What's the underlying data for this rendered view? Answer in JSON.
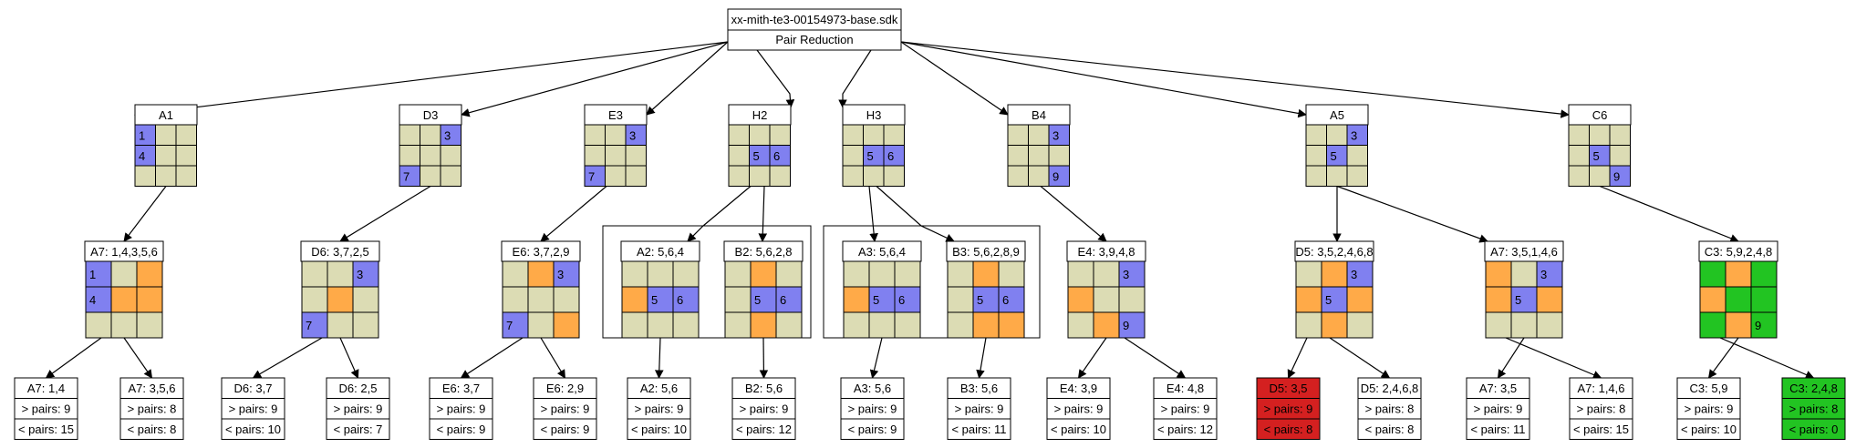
{
  "root": {
    "title": "xx-mith-te3-00154973-base.sdk",
    "subtitle": "Pair Reduction"
  },
  "colors": {
    "empty": "#dcdcb4",
    "blue": "#8080f0",
    "orange": "#ffaa48",
    "green": "#22c422",
    "red": "#d42020",
    "line": "#000000"
  },
  "level1": [
    {
      "label": "A1",
      "cells": [
        "1:b",
        "",
        "",
        "4:b",
        "",
        "",
        "",
        "",
        ""
      ]
    },
    {
      "label": "D3",
      "cells": [
        "",
        "",
        "3:b",
        "",
        "",
        "",
        "7:b",
        "",
        ""
      ]
    },
    {
      "label": "E3",
      "cells": [
        "",
        "",
        "3:b",
        "",
        "",
        "",
        "7:b",
        "",
        ""
      ]
    },
    {
      "label": "H2",
      "cells": [
        "",
        "",
        "",
        "",
        "5:b",
        "6:b",
        "",
        "",
        ""
      ]
    },
    {
      "label": "H3",
      "cells": [
        "",
        "",
        "",
        "",
        "5:b",
        "6:b",
        "",
        "",
        ""
      ]
    },
    {
      "label": "B4",
      "cells": [
        "",
        "",
        "3:b",
        "",
        "",
        "",
        "",
        "",
        "9:b"
      ]
    },
    {
      "label": "A5",
      "cells": [
        "",
        "",
        "3:b",
        "",
        "5:b",
        "",
        "",
        "",
        ""
      ]
    },
    {
      "label": "C6",
      "cells": [
        "",
        "",
        "",
        "",
        "5:b",
        "",
        "",
        "",
        "9:b"
      ]
    }
  ],
  "level2": [
    {
      "label": "A7: 1,4,3,5,6",
      "cells": [
        "1:b",
        "",
        "o",
        "4:b",
        "o",
        "o",
        "",
        "",
        ""
      ]
    },
    {
      "label": "D6: 3,7,2,5",
      "cells": [
        "",
        "",
        "3:b",
        "",
        "o",
        "",
        "7:b",
        "",
        ""
      ]
    },
    {
      "label": "E6: 3,7,2,9",
      "cells": [
        "",
        "o",
        "3:b",
        "",
        "",
        "",
        "7:b",
        "",
        "o"
      ]
    },
    {
      "label": "A2: 5,6,4",
      "cells": [
        "",
        "",
        "",
        "o",
        "5:b",
        "6:b",
        "",
        "",
        ""
      ]
    },
    {
      "label": "B2: 5,6,2,8",
      "cells": [
        "",
        "o",
        "",
        "",
        "5:b",
        "6:b",
        "",
        "o",
        ""
      ]
    },
    {
      "label": "A3: 5,6,4",
      "cells": [
        "",
        "",
        "",
        "o",
        "5:b",
        "6:b",
        "",
        "",
        ""
      ]
    },
    {
      "label": "B3: 5,6,2,8,9",
      "cells": [
        "",
        "o",
        "",
        "",
        "5:b",
        "6:b",
        "",
        "o",
        "o"
      ]
    },
    {
      "label": "E4: 3,9,4,8",
      "cells": [
        "",
        "",
        "3:b",
        "o",
        "",
        "",
        "",
        "o",
        "9:b"
      ]
    },
    {
      "label": "D5: 3,5,2,4,6,8",
      "cells": [
        "",
        "o",
        "3:b",
        "o",
        "5:b",
        "o",
        "",
        "o",
        ""
      ]
    },
    {
      "label": "A7: 3,5,1,4,6",
      "cells": [
        "o",
        "",
        "3:b",
        "o",
        "5:b",
        "o",
        "",
        "",
        ""
      ]
    },
    {
      "label": "C3: 5,9,2,4,8",
      "cells": [
        "g",
        "o",
        "g",
        "o",
        "g",
        "g",
        "g",
        "o",
        "9:g"
      ]
    }
  ],
  "leaves": [
    {
      "label": "A7: 1,4",
      "more": "> pairs: 9",
      "less": "< pairs: 15",
      "status": "normal"
    },
    {
      "label": "A7: 3,5,6",
      "more": "> pairs: 8",
      "less": "< pairs: 8",
      "status": "normal"
    },
    {
      "label": "D6: 3,7",
      "more": "> pairs: 9",
      "less": "< pairs: 10",
      "status": "normal"
    },
    {
      "label": "D6: 2,5",
      "more": "> pairs: 9",
      "less": "< pairs: 7",
      "status": "normal"
    },
    {
      "label": "E6: 3,7",
      "more": "> pairs: 9",
      "less": "< pairs: 9",
      "status": "normal"
    },
    {
      "label": "E6: 2,9",
      "more": "> pairs: 9",
      "less": "< pairs: 9",
      "status": "normal"
    },
    {
      "label": "A2: 5,6",
      "more": "> pairs: 9",
      "less": "< pairs: 10",
      "status": "normal"
    },
    {
      "label": "B2: 5,6",
      "more": "> pairs: 9",
      "less": "< pairs: 12",
      "status": "normal"
    },
    {
      "label": "A3: 5,6",
      "more": "> pairs: 9",
      "less": "< pairs: 9",
      "status": "normal"
    },
    {
      "label": "B3: 5,6",
      "more": "> pairs: 9",
      "less": "< pairs: 11",
      "status": "normal"
    },
    {
      "label": "E4: 3,9",
      "more": "> pairs: 9",
      "less": "< pairs: 10",
      "status": "normal"
    },
    {
      "label": "E4: 4,8",
      "more": "> pairs: 9",
      "less": "< pairs: 12",
      "status": "normal"
    },
    {
      "label": "D5: 3,5",
      "more": "> pairs: 9",
      "less": "< pairs: 8",
      "status": "failed"
    },
    {
      "label": "D5: 2,4,6,8",
      "more": "> pairs: 8",
      "less": "< pairs: 8",
      "status": "normal"
    },
    {
      "label": "A7: 3,5",
      "more": "> pairs: 9",
      "less": "< pairs: 11",
      "status": "normal"
    },
    {
      "label": "A7: 1,4,6",
      "more": "> pairs: 8",
      "less": "< pairs: 15",
      "status": "normal"
    },
    {
      "label": "C3: 5,9",
      "more": "> pairs: 9",
      "less": "< pairs: 10",
      "status": "normal"
    },
    {
      "label": "C3: 2,4,8",
      "more": "> pairs: 8",
      "less": "< pairs: 0",
      "status": "solved"
    }
  ]
}
